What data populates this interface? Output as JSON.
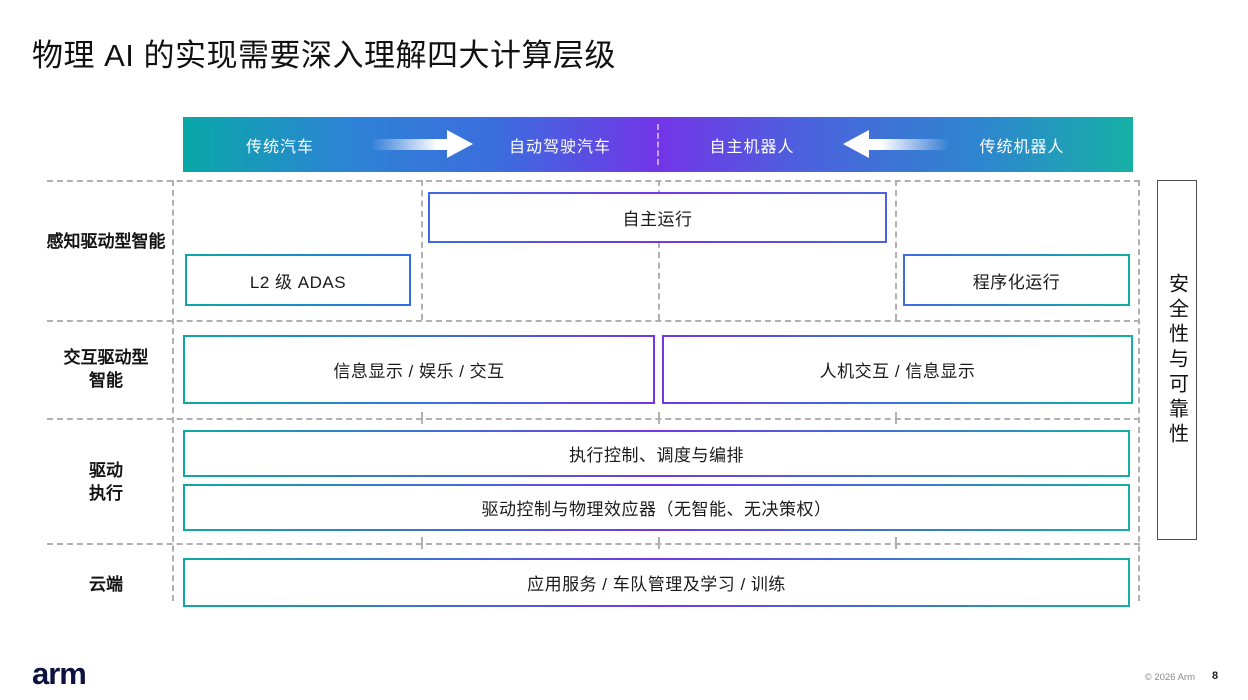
{
  "slide": {
    "title": "物理 AI 的实现需要深入理解四大计算层级",
    "logo": "arm",
    "copyright": "© 2026 Arm",
    "page_number": "8"
  },
  "header": {
    "zones": [
      {
        "label": "传统汽车"
      },
      {
        "label": "自动驾驶汽车"
      },
      {
        "label": "自主机器人"
      },
      {
        "label": "传统机器人"
      }
    ],
    "arrows": [
      {
        "from": "传统汽车",
        "to": "自动驾驶汽车",
        "direction": "right"
      },
      {
        "from": "传统机器人",
        "to": "自主机器人",
        "direction": "left"
      }
    ]
  },
  "rows": [
    {
      "label": "感知驱动型智能",
      "boxes": [
        {
          "label": "自主运行"
        },
        {
          "label": "L2 级 ADAS"
        },
        {
          "label": "程序化运行"
        }
      ]
    },
    {
      "label": "交互驱动型\n智能",
      "boxes": [
        {
          "label": "信息显示 / 娱乐 / 交互"
        },
        {
          "label": "人机交互 / 信息显示"
        }
      ]
    },
    {
      "label": "驱动\n执行",
      "boxes": [
        {
          "label": "执行控制、调度与编排"
        },
        {
          "label": "驱动控制与物理效应器（无智能、无决策权）"
        }
      ]
    },
    {
      "label": "云端",
      "boxes": [
        {
          "label": "应用服务 / 车队管理及学习 / 训练"
        }
      ]
    }
  ],
  "side_label": "安全性与可靠性",
  "colors": {
    "teal": "#0ca9a6",
    "blue": "#3b6ddd",
    "purple": "#7335e8",
    "dash_gray": "#b0b0b0",
    "logo_navy": "#0d1240"
  }
}
